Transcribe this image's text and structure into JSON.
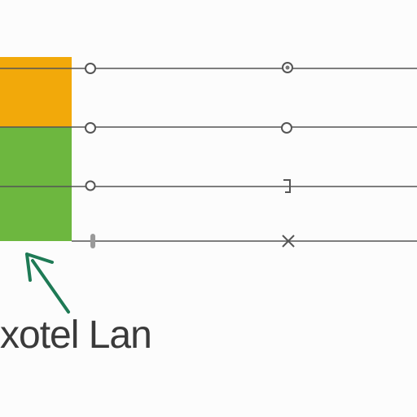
{
  "caption": "xotel Lan",
  "blocks": [
    {
      "name": "orange-block",
      "color": "#F2A90A"
    },
    {
      "name": "green-block",
      "color": "#6DB73F"
    }
  ],
  "rows": [
    {
      "left_marker": "circle",
      "right_marker": "circle"
    },
    {
      "left_marker": "circle",
      "right_marker": "circle"
    },
    {
      "left_marker": "circle",
      "right_marker": "hook"
    },
    {
      "left_marker": "tick",
      "right_marker": "cross"
    }
  ],
  "arrow": {
    "color": "#1E7A55"
  },
  "line_color": "#555555"
}
